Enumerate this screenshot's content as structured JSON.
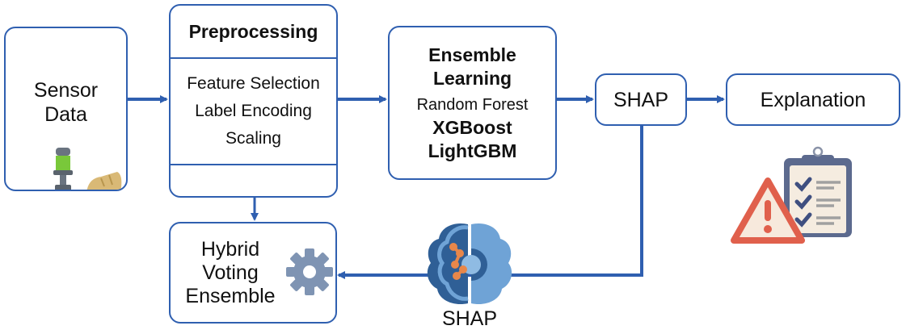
{
  "nodes": {
    "sensor": {
      "lines": [
        "Sensor",
        "Data"
      ],
      "icon": "signal-tower-and-sensor-icon"
    },
    "preprocessing": {
      "title": "Preprocessing",
      "steps": [
        "Feature Selection",
        "Label Encoding",
        "Scaling"
      ]
    },
    "ensemble": {
      "title_lines": [
        "Ensemble",
        "Learning"
      ],
      "models": [
        "Random Forest",
        "XGBoost",
        "LightGBM"
      ]
    },
    "shap": {
      "label": "SHAP"
    },
    "explanation": {
      "label": "Explanation",
      "icon": "clipboard-warning-icon"
    },
    "hybrid": {
      "lines": [
        "Hybrid",
        "Voting",
        "Ensemble"
      ],
      "icon": "gear-icon"
    },
    "shap_brain": {
      "label": "SHAP",
      "icon": "brain-icon"
    }
  },
  "edges": [
    {
      "from": "sensor",
      "to": "preprocessing"
    },
    {
      "from": "preprocessing",
      "to": "ensemble"
    },
    {
      "from": "ensemble",
      "to": "shap"
    },
    {
      "from": "shap",
      "to": "explanation"
    },
    {
      "from": "preprocessing",
      "to": "hybrid"
    },
    {
      "from": "shap",
      "to": "hybrid",
      "via": "shap_brain"
    }
  ],
  "colors": {
    "line": "#2f5fb0",
    "brain_dark": "#2f5f96",
    "brain_light": "#6fa3d6",
    "accent_orange": "#e8874a",
    "warning_red": "#e0604c"
  }
}
